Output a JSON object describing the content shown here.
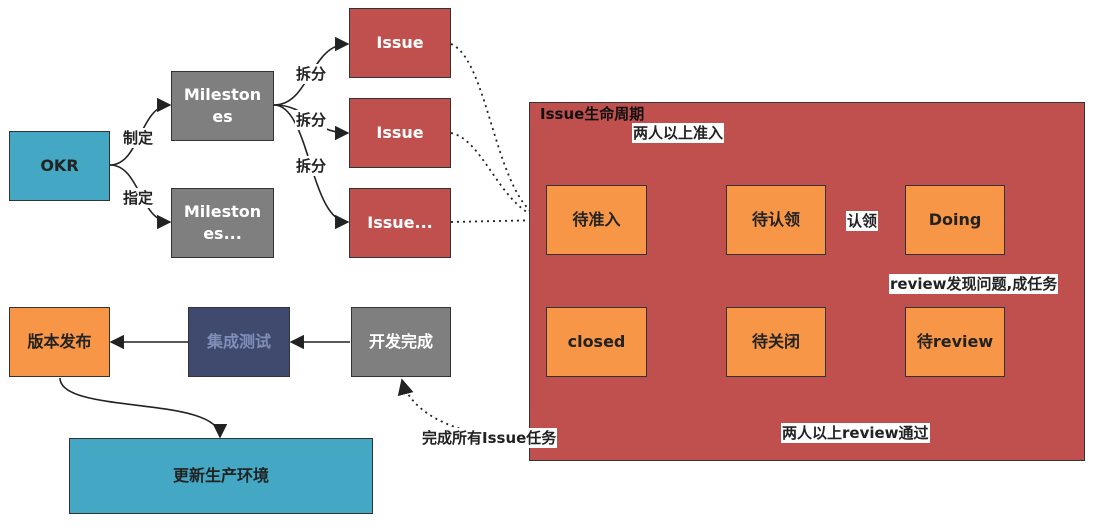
{
  "okr": "OKR",
  "milestones": [
    "Mileston es",
    "Mileston es..."
  ],
  "issues": [
    "Issue",
    "Issue",
    "Issue..."
  ],
  "edge_labels": {
    "zhiding_1": "制定",
    "zhiding_2": "指定",
    "chaifen_1": "拆分",
    "chaifen_2": "拆分",
    "chaifen_3": "拆分"
  },
  "lifecycle": {
    "title": "Issue生命周期",
    "states": {
      "pending_admit": "待准入",
      "pending_claim": "待认领",
      "doing": "Doing",
      "pending_review": "待review",
      "pending_close": "待关闭",
      "closed": "closed"
    },
    "labels": {
      "admit": "两人以上准入",
      "claim": "认领",
      "review_issue": "review发现问题,成任务",
      "review_pass": "两人以上review通过"
    }
  },
  "pipeline": {
    "dev_done": "开发完成",
    "integration_test": "集成测试",
    "release": "版本发布",
    "update_prod": "更新生产环境",
    "all_done_label": "完成所有Issue任务"
  }
}
